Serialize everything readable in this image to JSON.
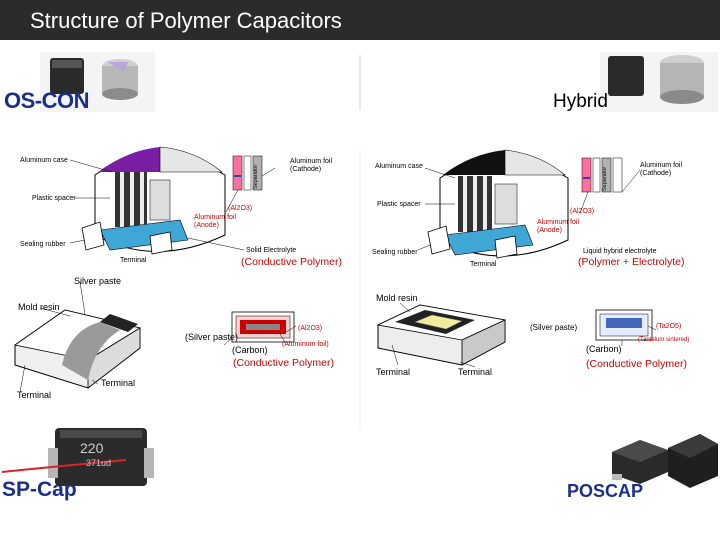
{
  "slide": {
    "title": "Structure of Polymer Capacitors"
  },
  "logos": {
    "oscon": "OS-CON",
    "spcap": "SP-Cap",
    "poscap": "POSCAP"
  },
  "hybrid_label": "Hybrid",
  "oscon": {
    "aluminum_case": "Aluminum case",
    "separator": "Separator",
    "al_foil_cathode_1": "Aluminum foil",
    "al_foil_cathode_2": "(Cathode)",
    "plastic_spacer": "Plastic spacer",
    "al2o3": "(Al2O3)",
    "al_foil_anode_1": "Aluminum foil",
    "al_foil_anode_2": "(Anode)",
    "sealing_rubber": "Sealing rubber",
    "solid_electrolyte": "Solid Electrolyte",
    "terminal": "Terminal",
    "conductive_polymer": "(Conductive Polymer)"
  },
  "hybrid": {
    "aluminum_case": "Aluminum case",
    "separator": "Separator",
    "al_foil_cathode_1": "Aluminum foil",
    "al_foil_cathode_2": "(Cathode)",
    "plastic_spacer": "Plastic spacer",
    "al2o3": "(Al2O3)",
    "al_foil_anode_1": "Aluminum foil",
    "al_foil_anode_2": "(Anode)",
    "sealing_rubber": "Sealing rubber",
    "liquid_electrolyte": "Liquid hybrid electrolyte",
    "terminal": "Terminal",
    "polymer_electrolyte": "(Polymer + Electrolyte)"
  },
  "spcap": {
    "silver_paste": "Silver paste",
    "mold_resin": "Mold resin",
    "al2o3": "(Al2O3)",
    "silver_paste_2": "(Silver paste)",
    "aluminum_foil": "(Aluminum foil)",
    "carbon": "(Carbon)",
    "conductive_polymer": "(Conductive Polymer)",
    "terminal_1": "Terminal",
    "terminal_2": "Terminal"
  },
  "poscap": {
    "mold_resin": "Mold resin",
    "silver_paste": "(Silver paste)",
    "ta2o5": "(Ta2O5)",
    "tantalum": "(Tantalum sintered)",
    "carbon": "(Carbon)",
    "conductive_polymer": "(Conductive Polymer)",
    "terminal_1": "Terminal",
    "terminal_2": "Terminal"
  },
  "product_marking": {
    "line1": "220",
    "line2": "371ud"
  }
}
